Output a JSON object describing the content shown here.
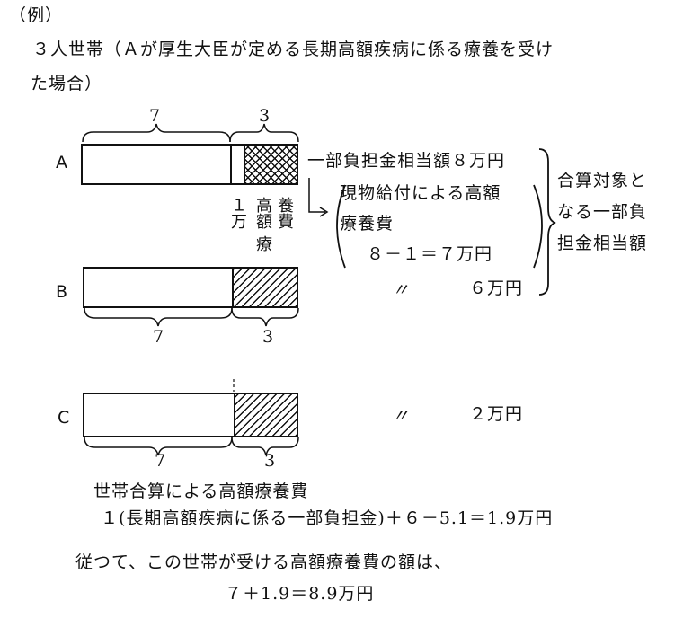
{
  "header": {
    "label": "（例）",
    "intro_line1": "３人世帯（Ａが厚生大臣が定める長期高額疾病に係る療養を受け",
    "intro_line2": "た場合）"
  },
  "diagram": {
    "ratio_left": "7",
    "ratio_right": "3",
    "rows": [
      {
        "label": "A",
        "share": 0.7
      },
      {
        "label": "B",
        "share": 0.7
      },
      {
        "label": "C",
        "share": 0.7
      }
    ],
    "a_partial_burden": "一部負担金相当額８万円",
    "a_small_note": "１万",
    "a_vertical_label_col1": "高額",
    "a_vertical_label_col2": "養費",
    "a_vertical_label_col3": "療",
    "benefit_line1": "現物給付による高額",
    "benefit_line2": "療養費",
    "benefit_formula": "８－１＝７万円",
    "b_ditto": "〃",
    "b_amount": "６万円",
    "c_ditto": "〃",
    "c_amount": "２万円",
    "combined_line1": "合算対象と",
    "combined_line2": "なる一部負",
    "combined_line3": "担金相当額"
  },
  "footer": {
    "line1": "世帯合算による高額療養費",
    "line2": "１(長期高額疾病に係る一部負担金)＋６－5.1＝1.9万円",
    "line3": "従つて、この世帯が受ける高額療養費の額は、",
    "line4": "７＋1.9＝8.9万円"
  }
}
